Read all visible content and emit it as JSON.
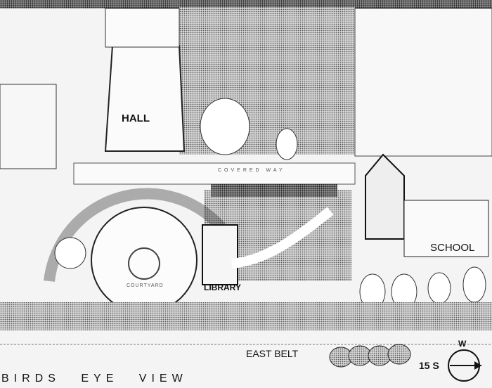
{
  "drawing": {
    "title": "BIRDS EYE VIEW",
    "labels": {
      "hall": "HALL",
      "covered_way": "COVERED WAY",
      "courtyard": "COURTYARD",
      "library": "LIBRARY",
      "school": "SCHOOL",
      "east_belt": "EAST BELT"
    },
    "compass": {
      "north_label": "W",
      "scale_label": "15 S"
    }
  }
}
